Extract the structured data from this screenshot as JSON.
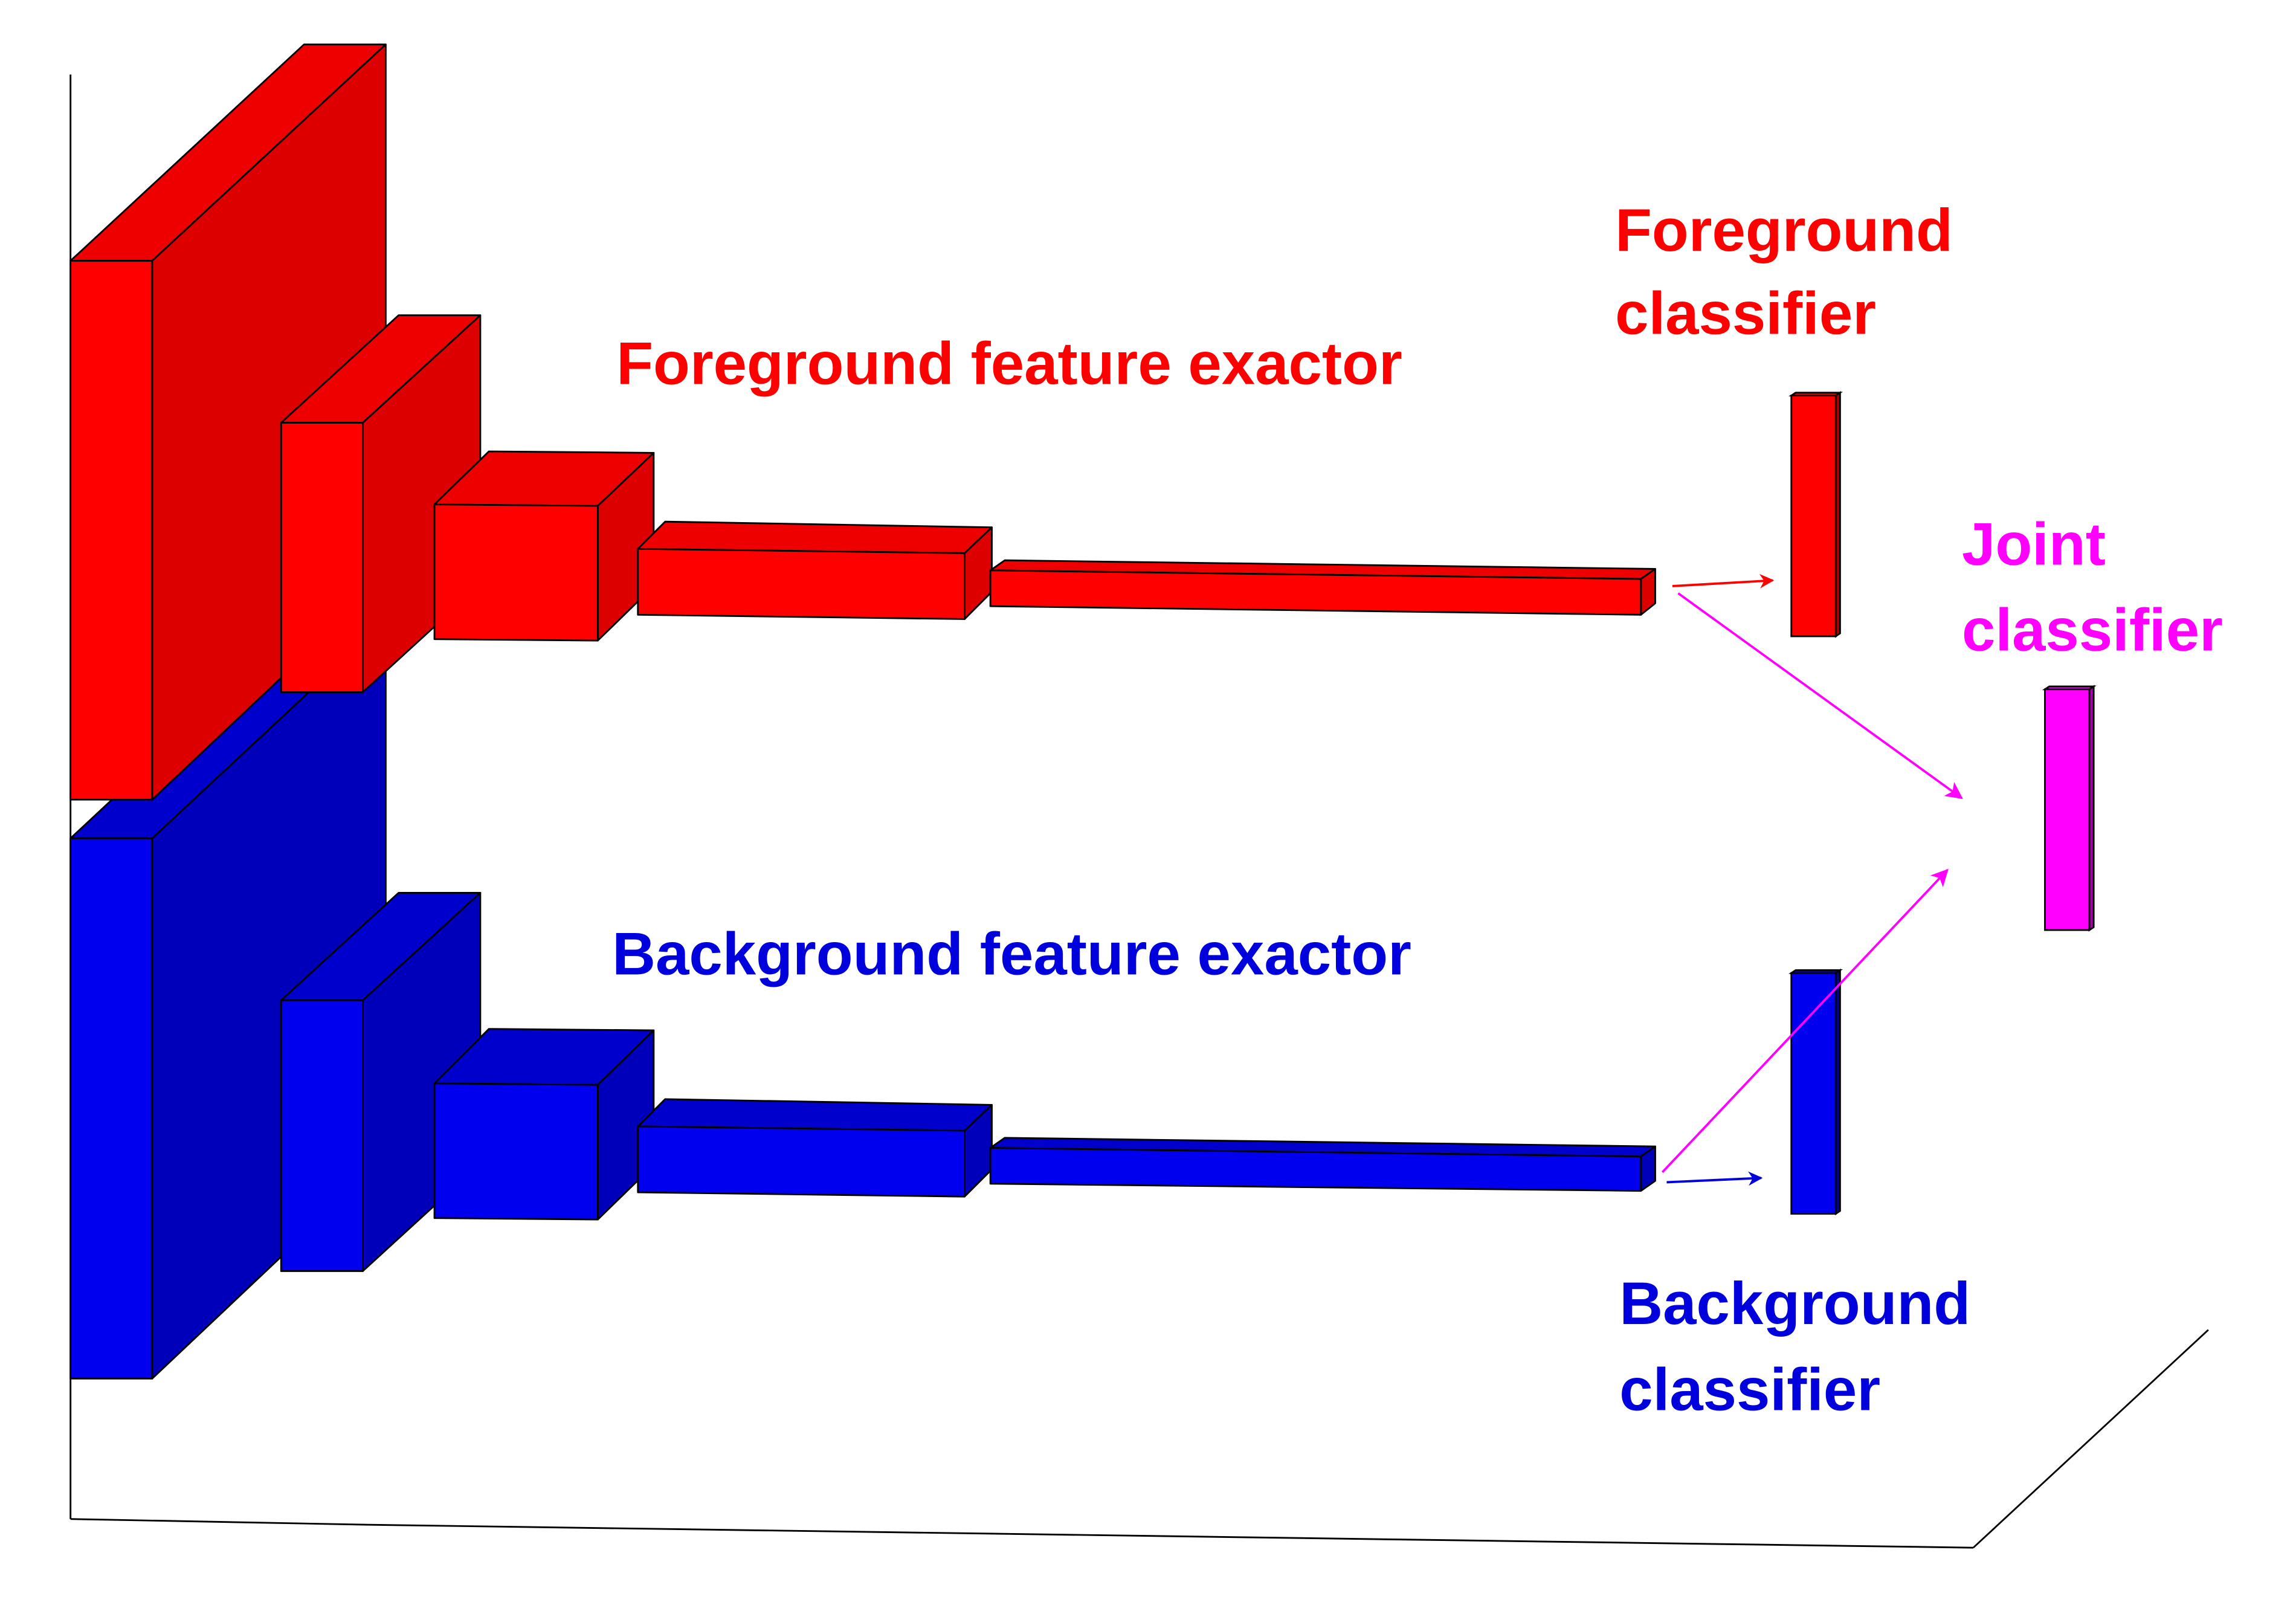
{
  "colors": {
    "foreground": "#ff0000",
    "background": "#0000dd",
    "joint": "#ff00ff",
    "outline": "#000000"
  },
  "labels": {
    "foreground_extractor": "Foreground feature exactor",
    "background_extractor": "Background feature exactor",
    "foreground_classifier": [
      "Foreground",
      "classifier"
    ],
    "background_classifier": [
      "Background",
      "classifier"
    ],
    "joint_classifier": [
      "Joint",
      "classifier"
    ]
  }
}
